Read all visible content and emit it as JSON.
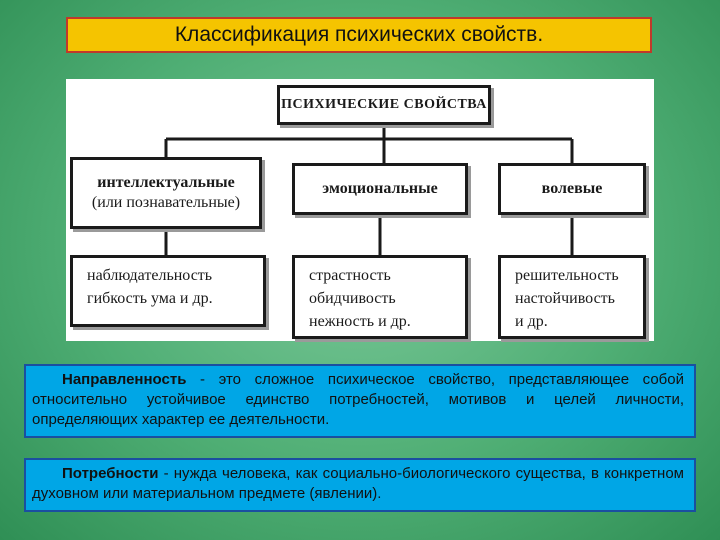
{
  "title": "Классификация психических свойств.",
  "diagram": {
    "root": "ПСИХИЧЕСКИЕ СВОЙСТВА",
    "categories": [
      {
        "name": "интеллектуальные",
        "sub": "(или познавательные)",
        "examples": [
          "наблюдательность",
          "гибкость ума и др."
        ]
      },
      {
        "name": "эмоциональные",
        "sub": "",
        "examples": [
          "страстность",
          "обидчивость",
          "нежность и др."
        ]
      },
      {
        "name": "волевые",
        "sub": "",
        "examples": [
          "решительность",
          "настойчивость",
          "и др."
        ]
      }
    ]
  },
  "definitions": [
    {
      "term": "Направленность",
      "text": " - это сложное психическое свойство, представляющее собой относительно устойчивое единство потребностей, мотивов и целей личности, определяющих характер ее деятельности."
    },
    {
      "term": "Потребности",
      "text": " - нужда человека, как социально-биологического существа, в конкретном духовном или материальном предмете (явлении)."
    }
  ]
}
